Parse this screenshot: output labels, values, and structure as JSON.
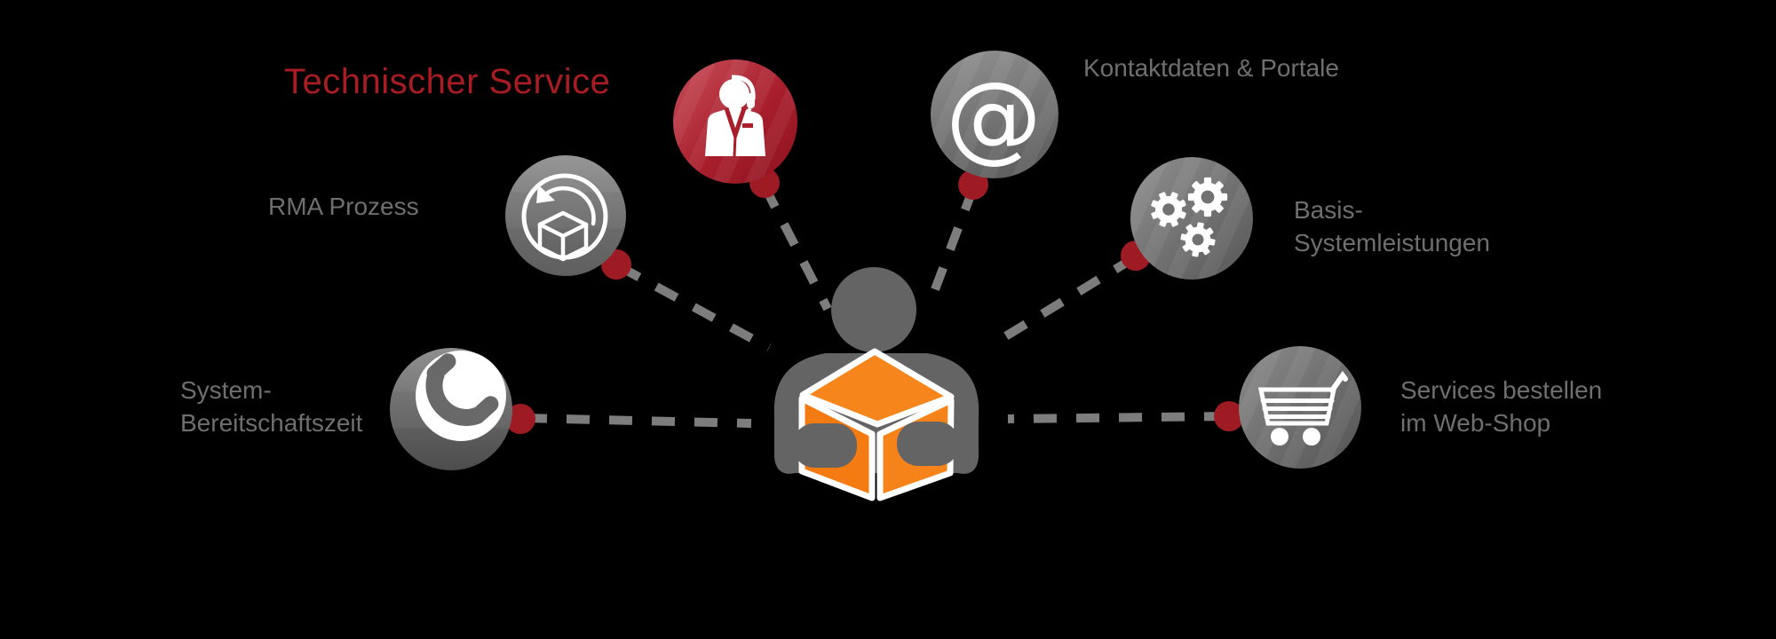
{
  "title": {
    "text": "Technischer Service"
  },
  "labels": {
    "kontakt": {
      "line1": "Kontaktdaten & Portale"
    },
    "rma": {
      "line1": "RMA Prozess"
    },
    "basis": {
      "line1": "Basis-",
      "line2": "Systemleistungen"
    },
    "system": {
      "line1": "System-",
      "line2": "Bereitschaftszeit"
    },
    "services": {
      "line1": "Services bestellen",
      "line2": "im Web-Shop"
    }
  },
  "nodes": [
    {
      "id": "support",
      "icon": "support-agent-icon",
      "label": "Technischer Service"
    },
    {
      "id": "kontakt",
      "icon": "at-sign-icon",
      "label": "Kontaktdaten & Portale"
    },
    {
      "id": "rma",
      "icon": "rma-return-box-icon",
      "label": "RMA Prozess"
    },
    {
      "id": "basis",
      "icon": "gears-icon",
      "label": "Basis-Systemleistungen"
    },
    {
      "id": "system",
      "icon": "phone-icon",
      "label": "System-Bereitschaftszeit"
    },
    {
      "id": "services",
      "icon": "shopping-cart-icon",
      "label": "Services bestellen im Web-Shop"
    }
  ],
  "center": {
    "icon": "person-holding-box-icon"
  },
  "icons": {
    "at_glyph": "@"
  },
  "colors": {
    "background": "#000000",
    "title_red": "#A81C24",
    "label_gray": "#6F6F6F",
    "node_red_light": "#C8505B",
    "node_red_dark": "#8C1220",
    "connector_dot_red": "#9E1B23",
    "node_gray": "#757575",
    "figure_gray": "#646464",
    "cube_orange": "#F5801A",
    "connector_gray": "#7D7D7D",
    "icon_white": "#FFFFFF"
  }
}
